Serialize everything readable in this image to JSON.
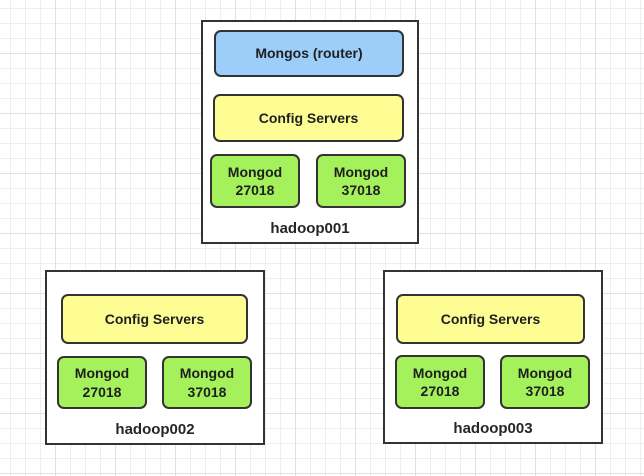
{
  "diagram": {
    "type": "mongodb-sharded-cluster-topology",
    "hosts": [
      {
        "label": "hadoop001",
        "router_label": "Mongos (router)",
        "config_label": "Config Servers",
        "mongod_nodes": [
          {
            "label": "Mongod 27018"
          },
          {
            "label": "Mongod 37018"
          }
        ]
      },
      {
        "label": "hadoop002",
        "config_label": "Config Servers",
        "mongod_nodes": [
          {
            "label": "Mongod 27018"
          },
          {
            "label": "Mongod 37018"
          }
        ]
      },
      {
        "label": "hadoop003",
        "config_label": "Config Servers",
        "mongod_nodes": [
          {
            "label": "Mongod 27018"
          },
          {
            "label": "Mongod 37018"
          }
        ]
      }
    ]
  },
  "colors": {
    "blue": "#9CCEF9",
    "yellow": "#FDFD94",
    "green": "#A5F15C",
    "node_border": "#333333",
    "container_bg": "#ffffff",
    "text": "#1f1f1f",
    "grid_minor": "#eeeeee",
    "grid_major": "#e0e0e0",
    "canvas_bg": "#ffffff"
  }
}
